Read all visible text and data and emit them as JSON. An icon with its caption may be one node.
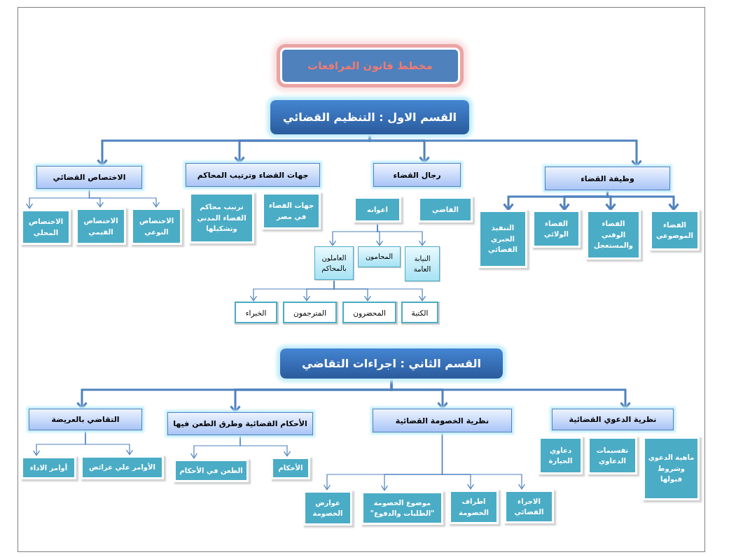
{
  "diagram": {
    "nodes": [
      {
        "text": [
          "مخطط قانون المرافعات"
        ]
      },
      {
        "text": [
          "القسم الاول : التنظيم القضائي"
        ]
      },
      {
        "text": [
          "وظيفة القضاء"
        ]
      },
      {
        "text": [
          "رجال القضاء"
        ]
      },
      {
        "text": [
          "جهات القضاء وترتيب المحاكم"
        ]
      },
      {
        "text": [
          "الاختصاص القضائي"
        ]
      },
      {
        "text": [
          "القضاء الموضوعي"
        ]
      },
      {
        "text": [
          "القضاء الوقتي والمستعجل"
        ]
      },
      {
        "text": [
          "القضاء الولائي"
        ]
      },
      {
        "text": [
          "التنفيذ الجبري القضائي"
        ]
      },
      {
        "text": [
          "القاضي"
        ]
      },
      {
        "text": [
          "اعوانه"
        ]
      },
      {
        "text": [
          "النيابة العامة"
        ]
      },
      {
        "text": [
          "المحامون"
        ]
      },
      {
        "text": [
          "العاملون بالمحاكم"
        ]
      },
      {
        "text": [
          "الكتبة"
        ]
      },
      {
        "text": [
          "المحضرون"
        ]
      },
      {
        "text": [
          "المترجمون"
        ]
      },
      {
        "text": [
          "الخبراء"
        ]
      },
      {
        "text": [
          "جهات القضاء في مصر"
        ]
      },
      {
        "text": [
          "ترتيب محاكم القضاء المدني وتشكيلها"
        ]
      },
      {
        "text": [
          "الاختصاص النوعي"
        ]
      },
      {
        "text": [
          "الاختصاص القيمي"
        ]
      },
      {
        "text": [
          "الاختصاص المحلي"
        ]
      },
      {
        "text": [
          "القسم الثاني : اجراءات التقاضي"
        ]
      },
      {
        "text": [
          "نظرية الدعوي القضائية"
        ]
      },
      {
        "text": [
          "نظرية الخصومة القضائية"
        ]
      },
      {
        "text": [
          "الأحكام القضائية وطرق الطعن فيها"
        ]
      },
      {
        "text": [
          "التقاضي بالعريضة"
        ]
      },
      {
        "text": [
          "ماهية الدعوي وشروط قبولها"
        ]
      },
      {
        "text": [
          "تقسيمات الدعاوي"
        ]
      },
      {
        "text": [
          "دعاوي الحيازة"
        ]
      },
      {
        "text": [
          "الاجراء القضائي"
        ]
      },
      {
        "text": [
          "اطراف الخصومة"
        ]
      },
      {
        "text": [
          "موضوع الخصومة \"الطلبات والدفوع\""
        ]
      },
      {
        "text": [
          "عوارض الخصومة"
        ]
      },
      {
        "text": [
          "الأحكام"
        ]
      },
      {
        "text": [
          "الطعن في الأحكام"
        ]
      },
      {
        "text": [
          "الأوامر علي عرائض"
        ]
      },
      {
        "text": [
          "أوامر الاداء"
        ]
      }
    ],
    "edges": [
      {
        "from": 1,
        "to": 2,
        "arrow": "to",
        "style": "thick"
      },
      {
        "from": 1,
        "to": 3,
        "arrow": "to",
        "style": "thick"
      },
      {
        "from": 1,
        "to": 4,
        "arrow": "to",
        "style": "thick"
      },
      {
        "from": 1,
        "to": 5,
        "arrow": "to",
        "style": "thick"
      },
      {
        "from": 2,
        "to": 6,
        "arrow": "to",
        "style": "thick"
      },
      {
        "from": 2,
        "to": 7,
        "arrow": "to",
        "style": "thick"
      },
      {
        "from": 2,
        "to": 8,
        "arrow": "to",
        "style": "thick"
      },
      {
        "from": 2,
        "to": 9,
        "arrow": "to",
        "style": "thick"
      },
      {
        "from": 5,
        "to": 21,
        "arrow": "to"
      },
      {
        "from": 5,
        "to": 22,
        "arrow": "to"
      },
      {
        "from": 5,
        "to": 23,
        "arrow": "to"
      },
      {
        "from": 11,
        "to": 12,
        "arrow": "to"
      },
      {
        "from": 11,
        "to": 13,
        "arrow": "to"
      },
      {
        "from": 11,
        "to": 14,
        "arrow": "to"
      },
      {
        "from": 14,
        "to": 15,
        "arrow": "to"
      },
      {
        "from": 14,
        "to": 16,
        "arrow": "to"
      },
      {
        "from": 14,
        "to": 17,
        "arrow": "to"
      },
      {
        "from": 14,
        "to": 18,
        "arrow": "to"
      },
      {
        "from": 24,
        "to": 25,
        "arrow": "to",
        "style": "thick"
      },
      {
        "from": 24,
        "to": 26,
        "arrow": "to",
        "style": "thick"
      },
      {
        "from": 24,
        "to": 27,
        "arrow": "to",
        "style": "thick"
      },
      {
        "from": 24,
        "to": 28,
        "arrow": "to",
        "style": "thick"
      },
      {
        "from": 26,
        "to": 32,
        "arrow": "to"
      },
      {
        "from": 26,
        "to": 33,
        "arrow": "to"
      },
      {
        "from": 26,
        "to": 34,
        "arrow": "to"
      },
      {
        "from": 26,
        "to": 35,
        "arrow": "to"
      },
      {
        "from": 27,
        "to": 36,
        "arrow": "to"
      },
      {
        "from": 27,
        "to": 37,
        "arrow": "to"
      },
      {
        "from": 28,
        "to": 38,
        "arrow": "to"
      },
      {
        "from": 28,
        "to": 39,
        "arrow": "to"
      }
    ]
  }
}
